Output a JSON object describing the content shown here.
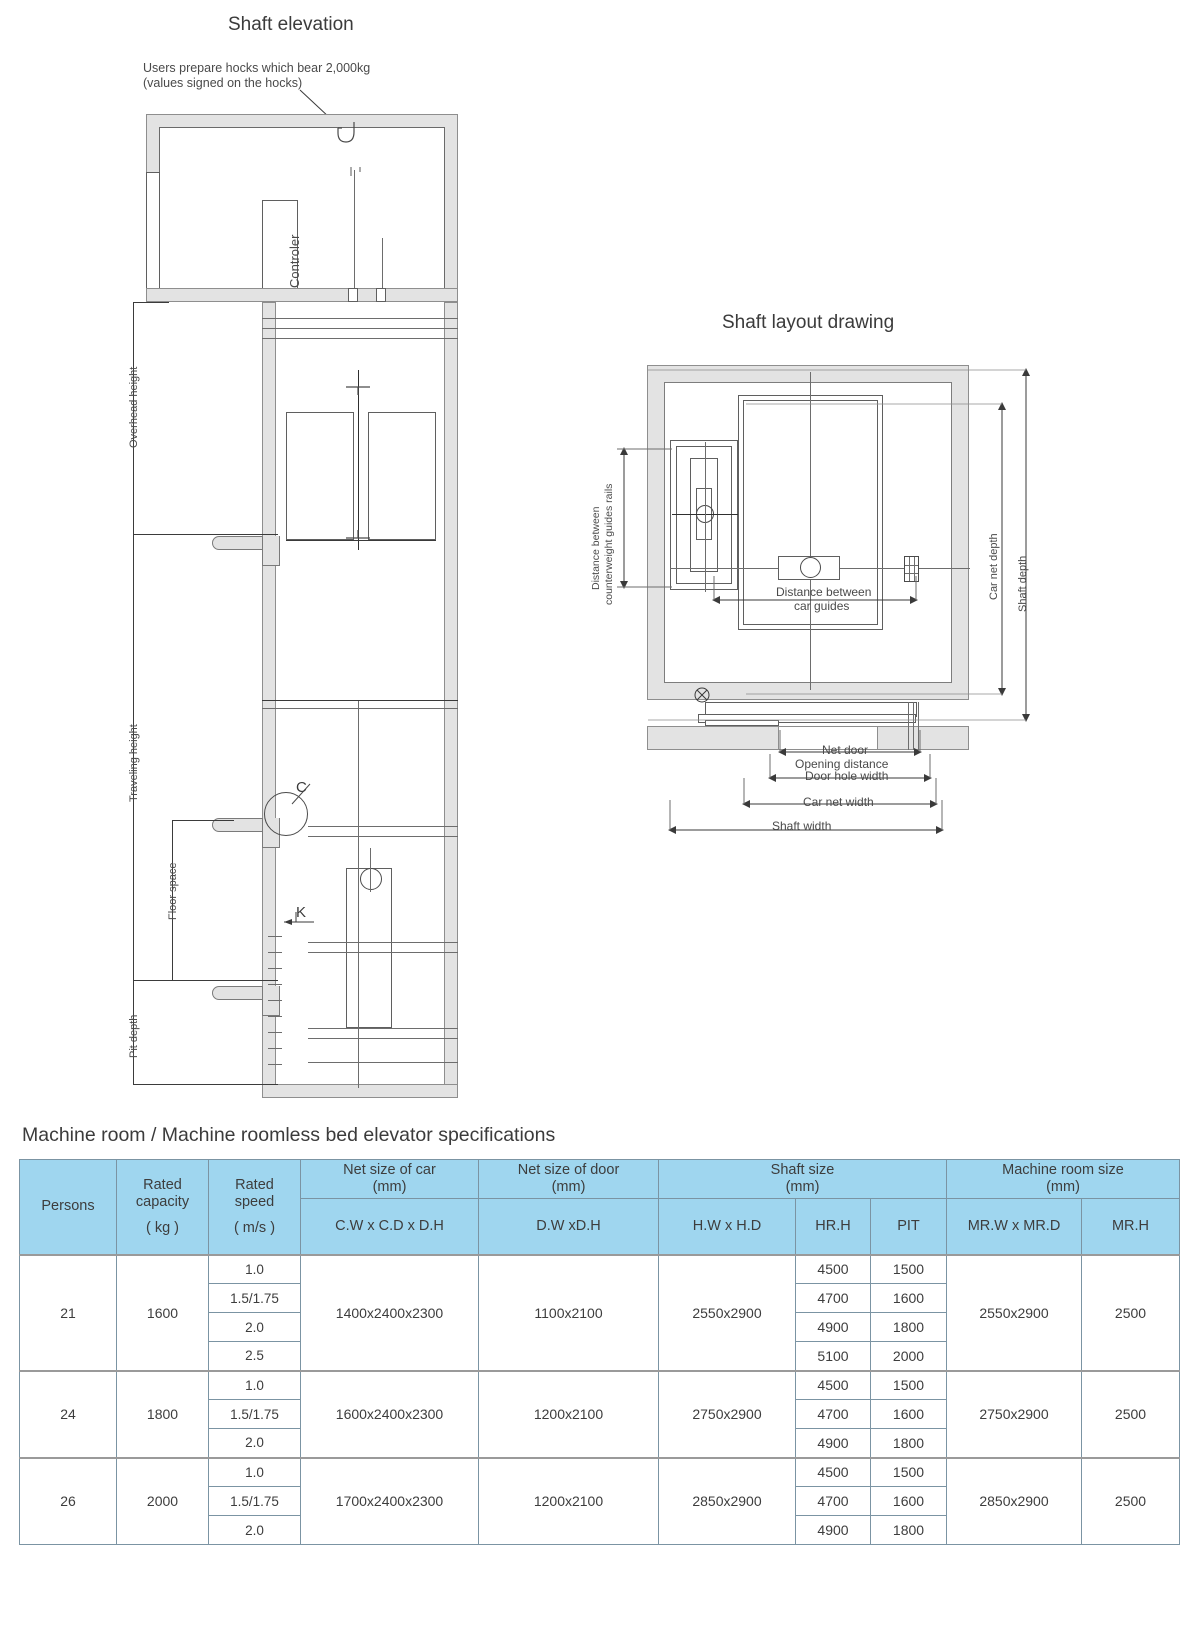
{
  "elevation": {
    "title": "Shaft elevation",
    "note_line1": "Users prepare hocks which bear 2,000kg",
    "note_line2": "(values signed on the hocks)",
    "controller_label": "Controler",
    "dim_overhead": "Overhead height",
    "dim_traveling": "Traveling height",
    "dim_floor_space": "Floor space",
    "dim_pit_depth": "Pit depth",
    "detail_c": "C",
    "detail_k": "K"
  },
  "layout": {
    "title": "Shaft layout drawing",
    "dim_cwt_guides_l1": "Distance between",
    "dim_cwt_guides_l2": "counterweight guides rails",
    "dim_car_guides_l1": "Distance between",
    "dim_car_guides_l2": "car guides",
    "dim_net_door_l1": "Net door",
    "dim_net_door_l2": "Opening distance",
    "dim_door_hole_width": "Door hole width",
    "dim_car_net_width": "Car net width",
    "dim_shaft_width": "Shaft width",
    "dim_car_net_depth": "Car net depth",
    "dim_shaft_depth": "Shaft depth"
  },
  "spec": {
    "title": "Machine room / Machine roomless bed elevator specifications",
    "header_bg": "#9fd6ef",
    "columns": {
      "persons": "Persons",
      "rated_capacity_l1": "Rated",
      "rated_capacity_l2": "capacity",
      "rated_capacity_unit": "( kg )",
      "rated_speed_l1": "Rated",
      "rated_speed_l2": "speed",
      "rated_speed_unit": "( m/s )",
      "net_size_car_l1": "Net size of car",
      "net_size_car_l2": "(mm)",
      "net_size_door_l1": "Net size of door",
      "net_size_door_l2": "(mm)",
      "shaft_size_l1": "Shaft size",
      "shaft_size_l2": "(mm)",
      "machine_room_l1": "Machine room size",
      "machine_room_l2": "(mm)",
      "sub_car": "C.W x C.D x D.H",
      "sub_door": "D.W xD.H",
      "sub_hwhd": "H.W x H.D",
      "sub_hrh": "HR.H",
      "sub_pit": "PIT",
      "sub_mrw_mrd": "MR.W x MR.D",
      "sub_mrh": "MR.H"
    },
    "rows": [
      {
        "persons": "21",
        "capacity": "1600",
        "car": "1400x2400x2300",
        "door": "1100x2100",
        "hwhd": "2550x2900",
        "mr": "2550x2900",
        "mrh": "2500",
        "speeds": [
          {
            "speed": "1.0",
            "hrh": "4500",
            "pit": "1500"
          },
          {
            "speed": "1.5/1.75",
            "hrh": "4700",
            "pit": "1600"
          },
          {
            "speed": "2.0",
            "hrh": "4900",
            "pit": "1800"
          },
          {
            "speed": "2.5",
            "hrh": "5100",
            "pit": "2000"
          }
        ]
      },
      {
        "persons": "24",
        "capacity": "1800",
        "car": "1600x2400x2300",
        "door": "1200x2100",
        "hwhd": "2750x2900",
        "mr": "2750x2900",
        "mrh": "2500",
        "speeds": [
          {
            "speed": "1.0",
            "hrh": "4500",
            "pit": "1500"
          },
          {
            "speed": "1.5/1.75",
            "hrh": "4700",
            "pit": "1600"
          },
          {
            "speed": "2.0",
            "hrh": "4900",
            "pit": "1800"
          }
        ]
      },
      {
        "persons": "26",
        "capacity": "2000",
        "car": "1700x2400x2300",
        "door": "1200x2100",
        "hwhd": "2850x2900",
        "mr": "2850x2900",
        "mrh": "2500",
        "speeds": [
          {
            "speed": "1.0",
            "hrh": "4500",
            "pit": "1500"
          },
          {
            "speed": "1.5/1.75",
            "hrh": "4700",
            "pit": "1600"
          },
          {
            "speed": "2.0",
            "hrh": "4900",
            "pit": "1800"
          }
        ]
      }
    ]
  }
}
